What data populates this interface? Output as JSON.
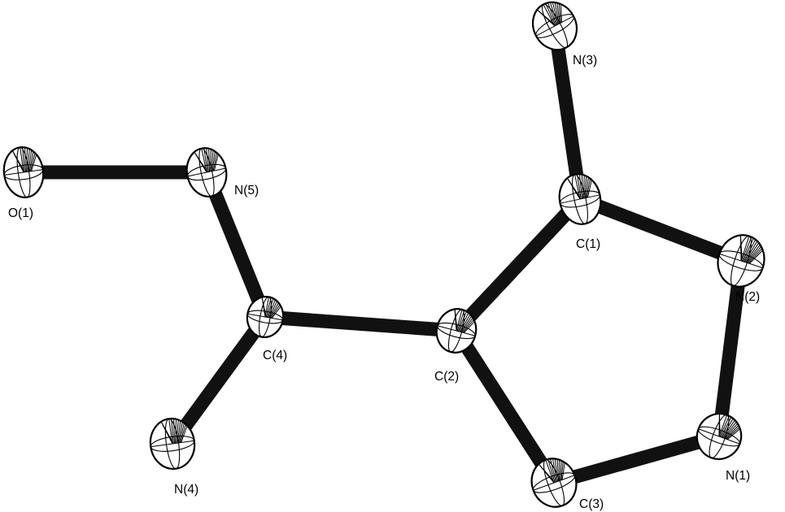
{
  "atoms": [
    {
      "id": "O1",
      "label": "O(1)"
    },
    {
      "id": "N5",
      "label": "N(5)"
    },
    {
      "id": "C4",
      "label": "C(4)"
    },
    {
      "id": "N4",
      "label": "N(4)"
    },
    {
      "id": "C2",
      "label": "C(2)"
    },
    {
      "id": "C1",
      "label": "C(1)"
    },
    {
      "id": "N3",
      "label": "N(3)"
    },
    {
      "id": "N2",
      "label": "N(2)"
    },
    {
      "id": "N1",
      "label": "N(1)"
    },
    {
      "id": "C3",
      "label": "C(3)"
    }
  ],
  "bonds": [
    [
      "O1",
      "N5"
    ],
    [
      "N5",
      "C4"
    ],
    [
      "C4",
      "N4"
    ],
    [
      "C4",
      "C2"
    ],
    [
      "C2",
      "C1"
    ],
    [
      "C1",
      "N3"
    ],
    [
      "C1",
      "N2"
    ],
    [
      "N2",
      "N1"
    ],
    [
      "N1",
      "C3"
    ],
    [
      "C3",
      "C2"
    ]
  ],
  "colors": {
    "bond": "#111111",
    "atom_fill": "#ffffff",
    "line": "#000000"
  }
}
